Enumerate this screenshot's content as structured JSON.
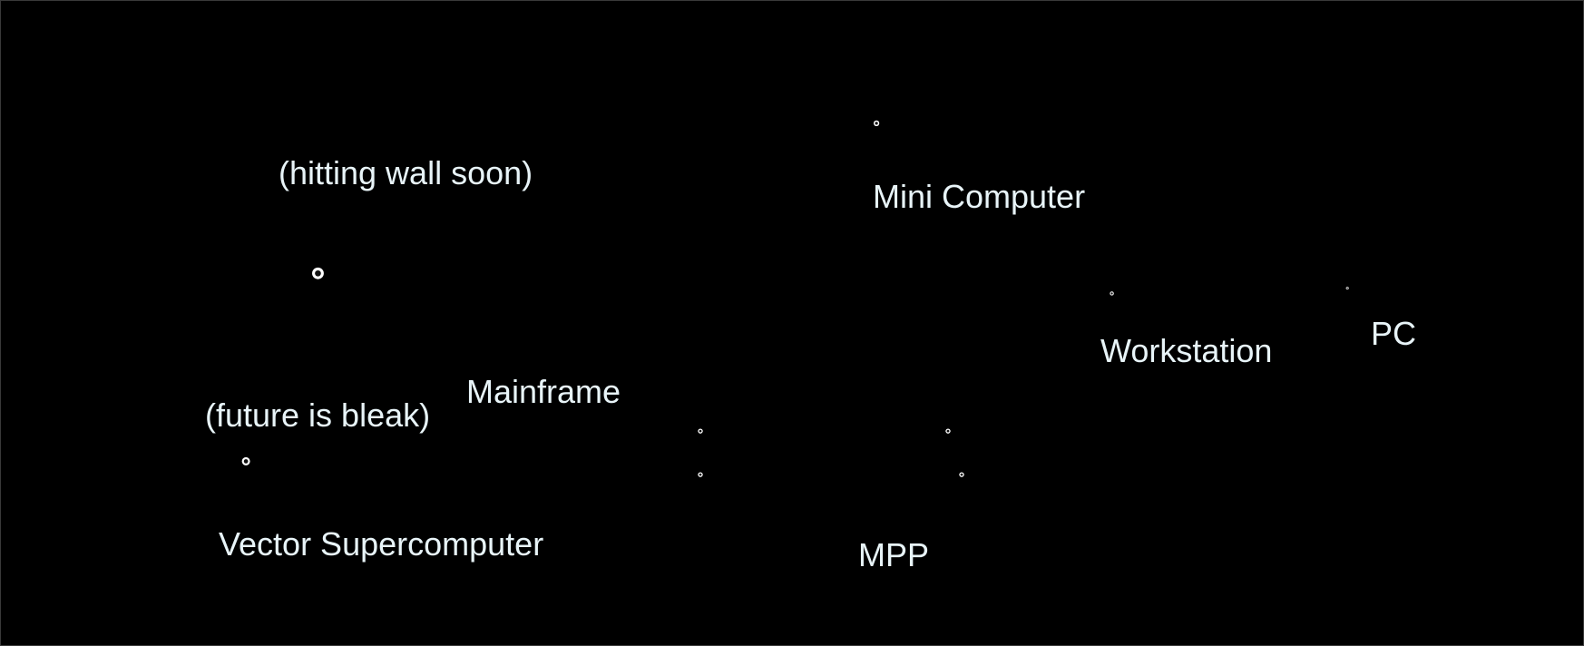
{
  "diagram": {
    "labels": {
      "mainframe_note": "(hitting wall soon)",
      "mainframe": "Mainframe",
      "mini_computer": "Mini Computer",
      "workstation": "Workstation",
      "pc": "PC",
      "vector_note": "(future is bleak)",
      "vector_supercomputer": "Vector Supercomputer",
      "mpp": "MPP"
    },
    "sharks": [
      {
        "name": "mainframe-shark-icon",
        "represents": "Mainframe"
      },
      {
        "name": "mini-computer-shark-icon",
        "represents": "Mini Computer"
      },
      {
        "name": "workstation-shark-icon",
        "represents": "Workstation"
      },
      {
        "name": "pc-shark-icon",
        "represents": "PC"
      },
      {
        "name": "vector-supercomputer-shark-icon",
        "represents": "Vector Supercomputer"
      },
      {
        "name": "mpp-shark-icon",
        "represents": "MPP",
        "count": 4
      }
    ],
    "colors": {
      "background": "#000000",
      "text": "#e8f4f8",
      "shark_body": "#757896",
      "shark_dark": "#5f617e",
      "shark_light": "#8a8db0"
    }
  }
}
